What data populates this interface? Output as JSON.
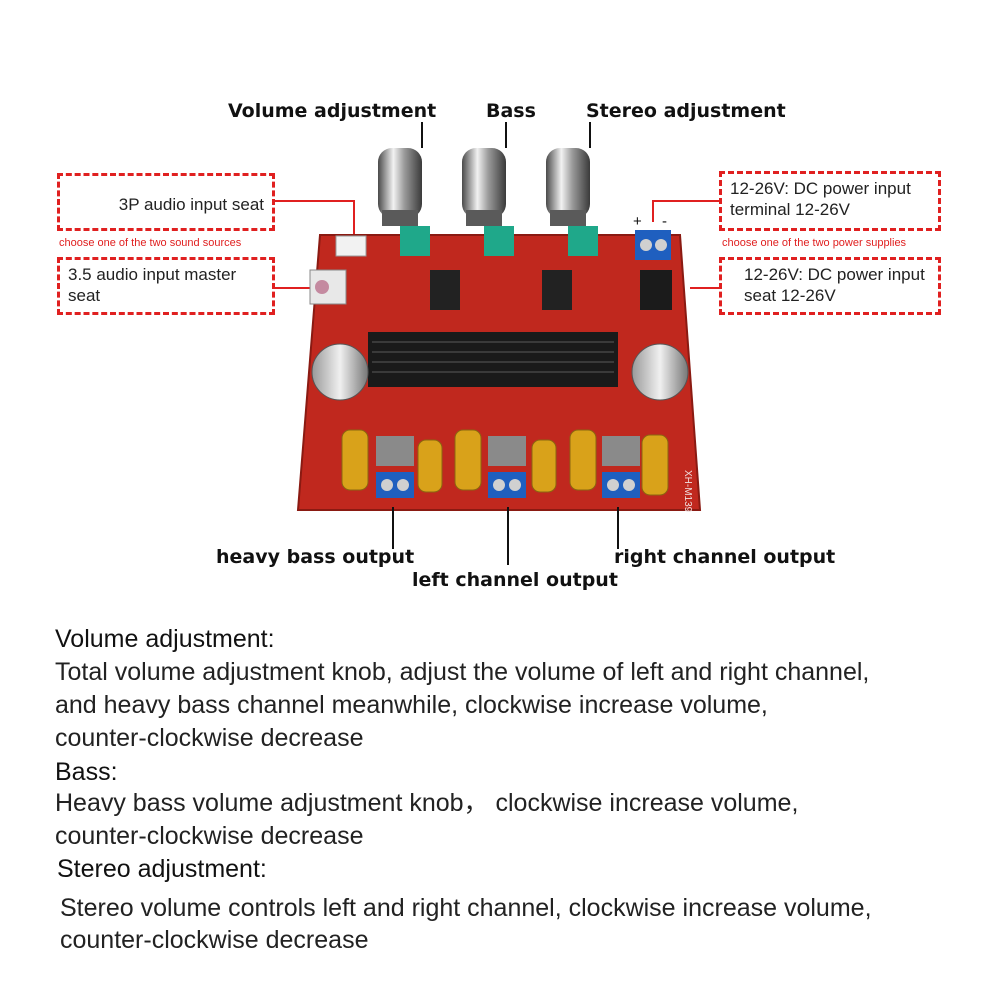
{
  "labels": {
    "volume": "Volume adjustment",
    "bass": "Bass",
    "stereo": "Stereo adjustment",
    "heavy_bass_out": "heavy bass output",
    "left_out": "left channel output",
    "right_out": "right channel output"
  },
  "boxes": {
    "audio_3p": "3P audio input seat",
    "audio_35": "3.5 audio input master seat",
    "dc_terminal": "12-26V: DC power input terminal 12-26V",
    "dc_seat": "12-26V: DC power input seat 12-26V"
  },
  "notes": {
    "sound_sources": "choose one of the two sound sources",
    "power_supplies": "choose one of the two power supplies",
    "plus": "+",
    "minus": "-"
  },
  "board": {
    "model": "XH-M139",
    "colors": {
      "pcb": "#c0281e",
      "heatsink": "#1a1a1a",
      "inductor": "#d9a21a",
      "terminal": "#1f5fbf"
    }
  },
  "description": {
    "volume_title": "Volume adjustment:",
    "volume_lines": [
      "Total volume adjustment knob, adjust the volume of left and right channel,",
      "and heavy bass channel meanwhile, clockwise increase volume,",
      "counter-clockwise decrease"
    ],
    "bass_title": "Bass:",
    "bass_lines": [
      "Heavy bass volume adjustment knob，  clockwise increase volume,",
      "counter-clockwise decrease"
    ],
    "stereo_title": "Stereo adjustment:",
    "stereo_lines": [
      "Stereo volume controls left and right channel, clockwise increase volume,",
      "counter-clockwise decrease"
    ]
  }
}
